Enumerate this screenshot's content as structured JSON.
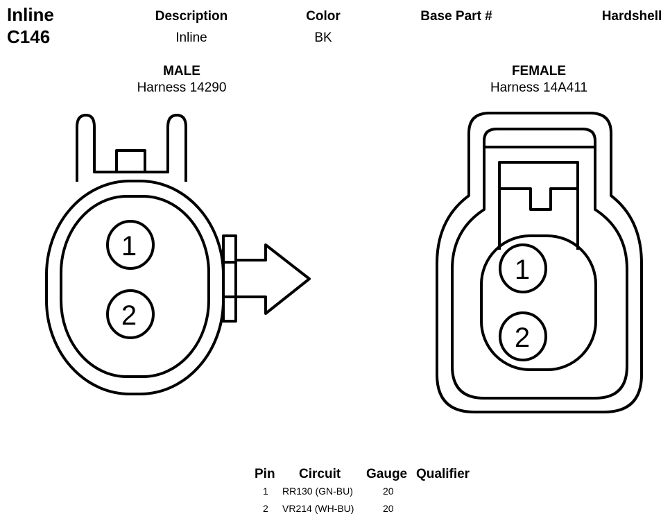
{
  "header": {
    "type": "Inline",
    "connector_id": "C146",
    "columns": [
      {
        "label": "Description",
        "value": "Inline"
      },
      {
        "label": "Color",
        "value": "BK"
      },
      {
        "label": "Base Part #",
        "value": ""
      },
      {
        "label": "Hardshell",
        "value": ""
      }
    ]
  },
  "male": {
    "title": "MALE",
    "harness": "Harness 14290",
    "pins": [
      "1",
      "2"
    ]
  },
  "female": {
    "title": "FEMALE",
    "harness": "Harness 14A411",
    "pins": [
      "1",
      "2"
    ]
  },
  "pin_table": {
    "headers": {
      "pin": "Pin",
      "circuit": "Circuit",
      "gauge": "Gauge",
      "qualifier": "Qualifier"
    },
    "rows": [
      {
        "pin": "1",
        "circuit": "RR130 (GN-BU)",
        "gauge": "20",
        "qualifier": ""
      },
      {
        "pin": "2",
        "circuit": "VR214 (WH-BU)",
        "gauge": "20",
        "qualifier": ""
      }
    ]
  }
}
